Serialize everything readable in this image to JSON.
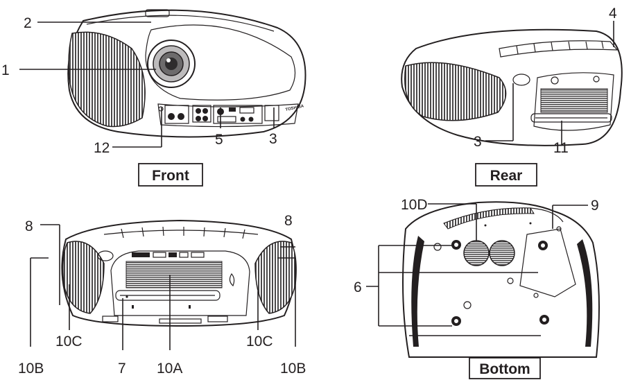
{
  "views": {
    "front": "Front",
    "rear": "Rear",
    "bottom": "Bottom"
  },
  "callouts": {
    "n1": "1",
    "n2": "2",
    "n3_front": "3",
    "n3_rear": "3",
    "n4": "4",
    "n5": "5",
    "n6": "6",
    "n7": "7",
    "n8_left": "8",
    "n8_right": "8",
    "n9": "9",
    "n10a": "10A",
    "n10b_left": "10B",
    "n10b_right": "10B",
    "n10c_left": "10C",
    "n10c_right": "10C",
    "n10d": "10D",
    "n11": "11",
    "n12": "12"
  },
  "colors": {
    "ink": "#231f20",
    "grille": "#5d5b5c",
    "background": "#ffffff"
  }
}
